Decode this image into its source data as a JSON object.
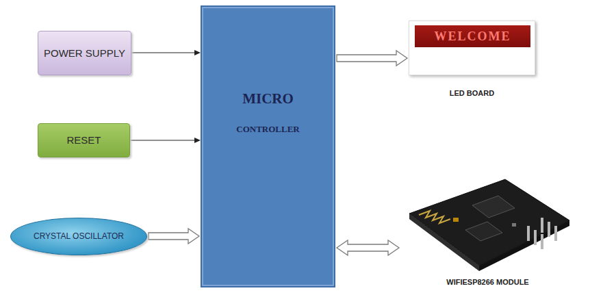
{
  "diagram": {
    "nodes": [
      {
        "text": [
          "POWER SUPPLY"
        ]
      },
      {
        "text": [
          "RESET"
        ]
      },
      {
        "text": [
          "CRYSTAL OSCILLATOR"
        ]
      },
      {
        "text": [
          "MICRO",
          "CONTROLLER"
        ]
      },
      {
        "text": [
          "WELCOME",
          "LED BOARD"
        ]
      },
      {
        "text": [
          "WIFIESP8266 MODULE"
        ]
      }
    ],
    "edges": [
      {
        "from": 0,
        "to": 3,
        "arrow": "to"
      },
      {
        "from": 1,
        "to": 3,
        "arrow": "to"
      },
      {
        "from": 2,
        "to": 3,
        "arrow": "to"
      },
      {
        "from": 3,
        "to": 4,
        "arrow": "to"
      },
      {
        "from": 3,
        "to": 5,
        "arrow": "both"
      }
    ]
  }
}
